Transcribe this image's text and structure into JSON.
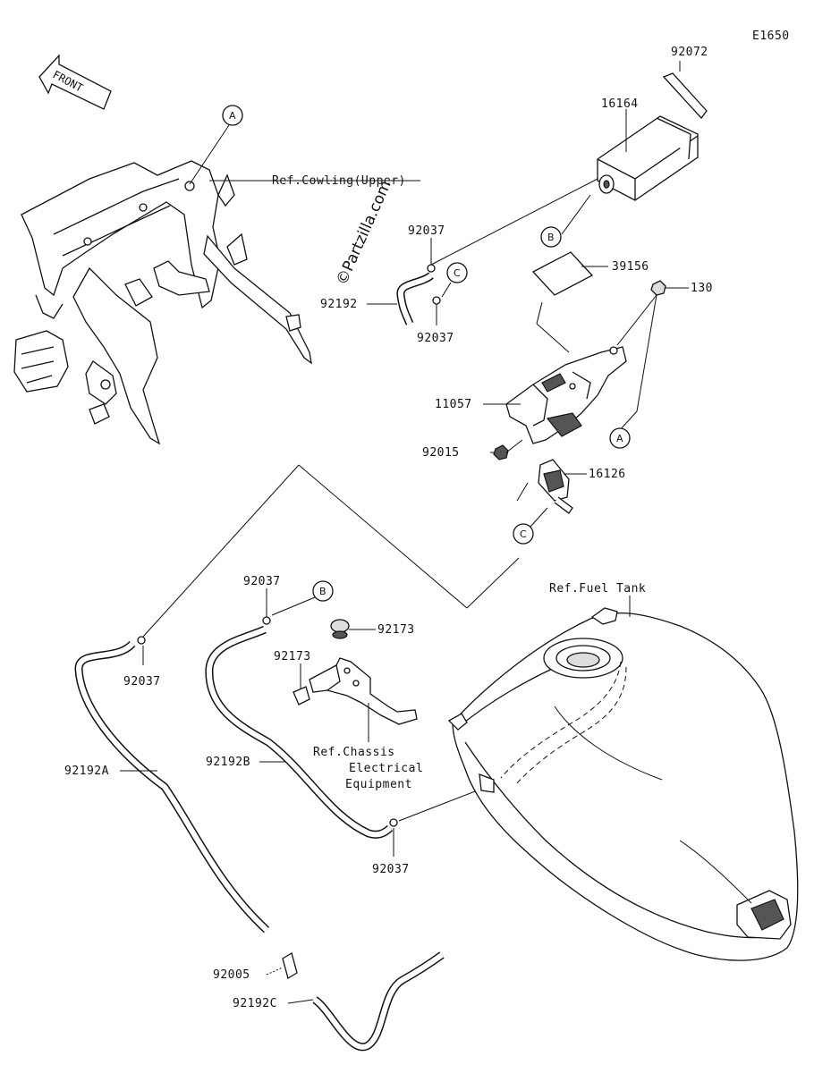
{
  "diagram_code": "E1650",
  "front_label": "FRONT",
  "watermark": "©Partzilla.com",
  "callouts": {
    "A": "A",
    "B": "B",
    "C": "C"
  },
  "parts": {
    "p92072": "92072",
    "p16164": "16164",
    "p39156": "39156",
    "p130": "130",
    "p11057": "11057",
    "p92015": "92015",
    "p16126": "16126",
    "p92192": "92192",
    "p92192A": "92192A",
    "p92192B": "92192B",
    "p92192C": "92192C",
    "p92173": "92173",
    "p92005": "92005",
    "p92037": "92037"
  },
  "references": {
    "cowling": "Ref.Cowling(Upper)",
    "fuel_tank": "Ref.Fuel Tank",
    "chassis_line1": "Ref.Chassis",
    "chassis_line2": "Electrical",
    "chassis_line3": "Equipment"
  }
}
